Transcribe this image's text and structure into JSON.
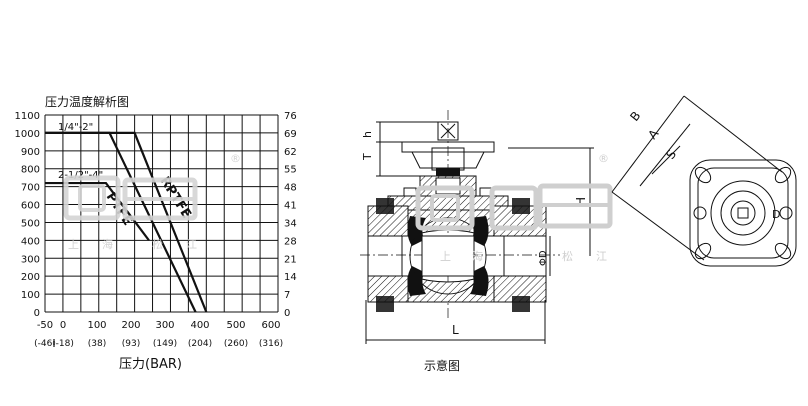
{
  "chart": {
    "title": "压力温度解析图",
    "xlabel": "压力(BAR)",
    "left_ticks": [
      "1100",
      "1000",
      "900",
      "800",
      "700",
      "600",
      "500",
      "400",
      "300",
      "200",
      "100",
      "0"
    ],
    "right_ticks": [
      "76",
      "69",
      "62",
      "55",
      "48",
      "41",
      "34",
      "28",
      "21",
      "14",
      "7",
      "0"
    ],
    "x_ticks_top": [
      "-50",
      "0",
      "100",
      "200",
      "300",
      "400",
      "500",
      "600"
    ],
    "x_ticks_bottom": [
      "(-46)",
      "(-18)",
      "(38)",
      "(93)",
      "(149)",
      "(204)",
      "(260)",
      "(316)"
    ],
    "size_label_1": "1/4\"-2\"",
    "size_label_2": "2-1/2\"-4\"",
    "ptfe_label": "PTFE",
    "rptfe_label": "RPTFE"
  },
  "chart_data": {
    "type": "line",
    "title": "压力温度解析图",
    "xlabel": "压力(BAR)",
    "series": [
      {
        "name": "RPTFE",
        "x": [
          -50,
          200,
          400
        ],
        "y": [
          1000,
          1000,
          0
        ]
      },
      {
        "name": "PTFE",
        "x": [
          -50,
          130,
          370
        ],
        "y": [
          1000,
          1000,
          0
        ]
      },
      {
        "x": [
          -50,
          120,
          240
        ],
        "y": [
          720,
          720,
          400
        ]
      }
    ],
    "ylim": [
      0,
      1100
    ],
    "xlim": [
      -50,
      600
    ]
  },
  "drawing": {
    "caption": "示意图",
    "dim_T": "T",
    "dim_h": "h",
    "dim_H": "H",
    "dim_L": "L",
    "dim_phiD": "ΦD",
    "dim_A": "A",
    "dim_B": "B",
    "dim_S": "S",
    "dim_D": "D"
  },
  "watermark": {
    "city_1": "上",
    "city_2": "海",
    "city_3": "松",
    "city_4": "江",
    "reg": "®"
  }
}
